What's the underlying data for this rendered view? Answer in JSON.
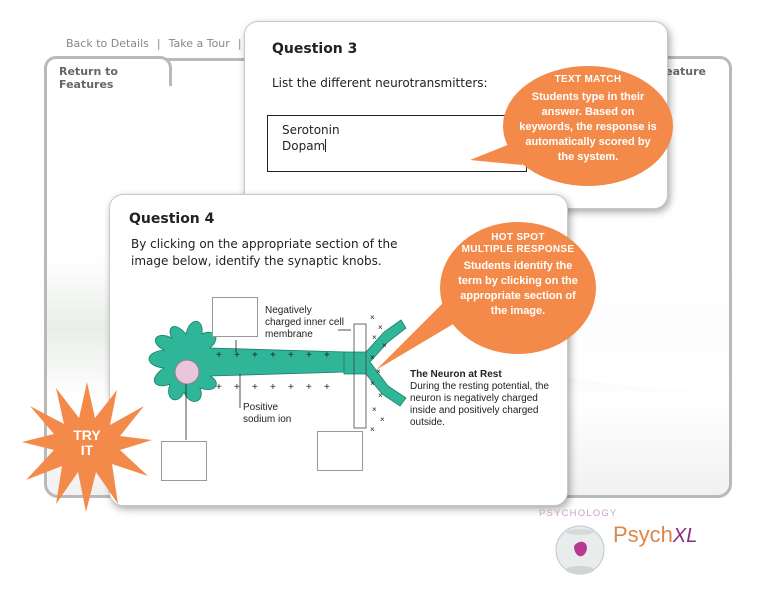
{
  "topnav": {
    "back_to_details": "Back to Details",
    "separator": "|",
    "take_a_tour": "Take a Tour"
  },
  "tabs": {
    "return_to_features": "Return to Features",
    "next_feature": "t Feature"
  },
  "question3": {
    "title": "Question 3",
    "prompt": "List the different neurotransmitters:",
    "answer_line1": "Serotonin",
    "answer_line2": "Dopam"
  },
  "callout_text_match": {
    "title": "TEXT MATCH",
    "text": "Students type in their answer. Based on keywords, the response is automatically scored by the system."
  },
  "question4": {
    "title": "Question 4",
    "prompt": "By clicking on the appropriate section of the image below, identify the synaptic knobs."
  },
  "callout_hot_spot": {
    "title_line1": "HOT SPOT",
    "title_line2": "MULTIPLE RESPONSE",
    "text": "Students identify the term by clicking on the appropriate section of the image."
  },
  "diagram": {
    "label_membrane": "Negatively charged inner cell membrane",
    "label_sodium": "Positive sodium ion",
    "caption_title": "The Neuron at Rest",
    "caption_text": "During the resting potential, the neuron is negatively charged inside and positively charged outside."
  },
  "try_it": {
    "line1": "TRY",
    "line2": "IT"
  },
  "logo": {
    "small": "PSYCHOLOGY",
    "main": "Psych",
    "suffix": "XL"
  },
  "colors": {
    "accent_orange": "#f48a4a",
    "neuron_green": "#2fb597",
    "frame_gray": "#b9b9b9"
  }
}
